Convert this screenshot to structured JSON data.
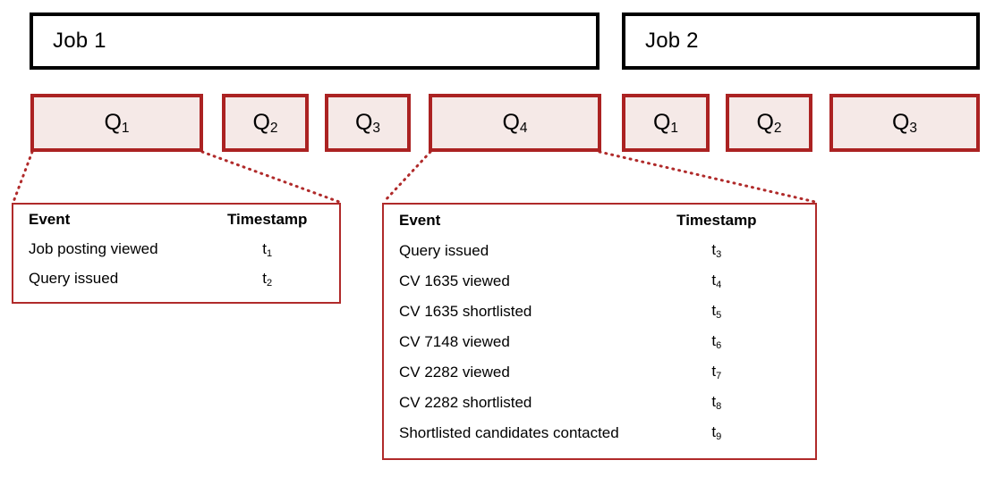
{
  "jobs": [
    {
      "label": "Job 1"
    },
    {
      "label": "Job 2"
    }
  ],
  "queries": [
    {
      "base": "Q",
      "sub": "1",
      "job": 1
    },
    {
      "base": "Q",
      "sub": "2",
      "job": 1
    },
    {
      "base": "Q",
      "sub": "3",
      "job": 1
    },
    {
      "base": "Q",
      "sub": "4",
      "job": 1
    },
    {
      "base": "Q",
      "sub": "1",
      "job": 2
    },
    {
      "base": "Q",
      "sub": "2",
      "job": 2
    },
    {
      "base": "Q",
      "sub": "3",
      "job": 2
    }
  ],
  "tables": {
    "left": {
      "headers": {
        "event": "Event",
        "timestamp": "Timestamp"
      },
      "rows": [
        {
          "event": "Job posting viewed",
          "t": "t",
          "sub": "1"
        },
        {
          "event": "Query issued",
          "t": "t",
          "sub": "2"
        }
      ]
    },
    "right": {
      "headers": {
        "event": "Event",
        "timestamp": "Timestamp"
      },
      "rows": [
        {
          "event": "Query issued",
          "t": "t",
          "sub": "3"
        },
        {
          "event": "CV 1635 viewed",
          "t": "t",
          "sub": "4"
        },
        {
          "event": "CV 1635 shortlisted",
          "t": "t",
          "sub": "5"
        },
        {
          "event": "CV 7148 viewed",
          "t": "t",
          "sub": "6"
        },
        {
          "event": "CV 2282 viewed",
          "t": "t",
          "sub": "7"
        },
        {
          "event": "CV 2282 shortlisted",
          "t": "t",
          "sub": "8"
        },
        {
          "event": "Shortlisted candidates contacted",
          "t": "t",
          "sub": "9"
        }
      ]
    }
  },
  "colors": {
    "job_border": "#000000",
    "query_border": "#AB2222",
    "query_fill": "#F5E9E7",
    "table_border": "#B02A2A",
    "connector": "#B02A2A",
    "text": "#000000",
    "background": "#FFFFFF"
  }
}
